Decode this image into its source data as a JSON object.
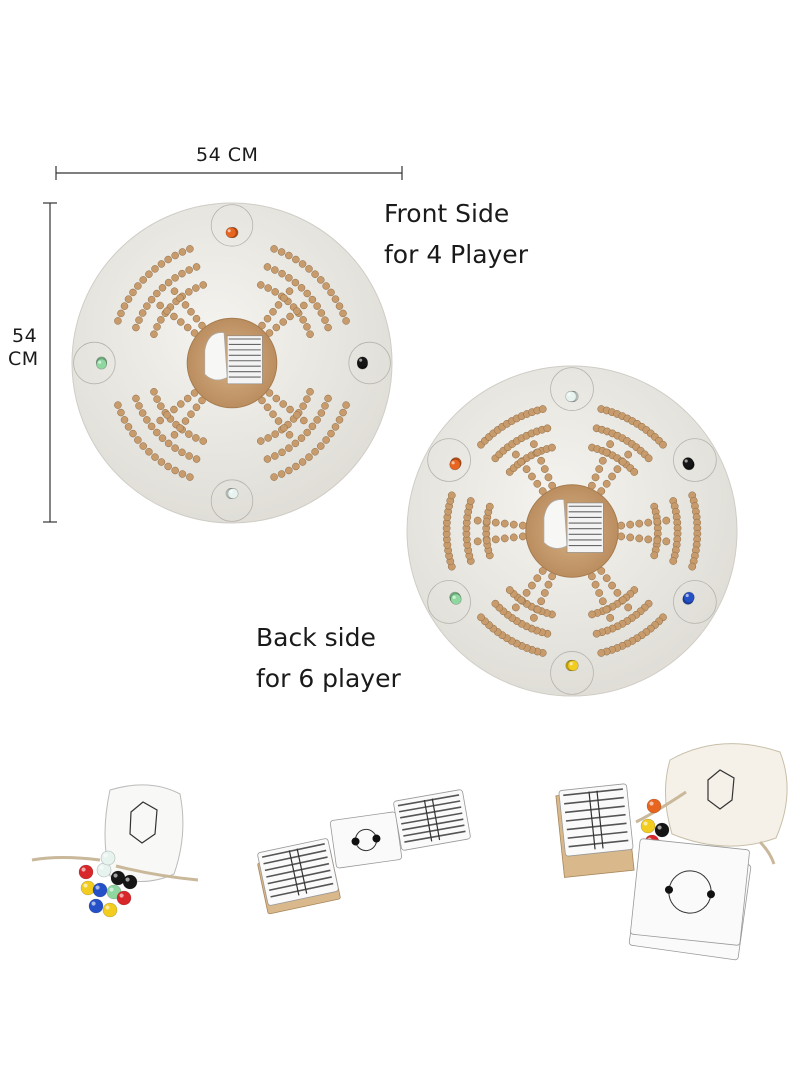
{
  "dimensions": {
    "width_label": "54 CM",
    "height_label_line1": "54",
    "height_label_line2": "CM"
  },
  "captions": {
    "front_line1": "Front Side",
    "front_line2": "for 4 Player",
    "back_line1": "Back side",
    "back_line2": "for 6 player"
  },
  "marble_colors": {
    "orange": "#e8651f",
    "green": "#8ed8a0",
    "black": "#151515",
    "white": "#e7f3ef",
    "yellow": "#f2cc1e",
    "blue": "#2450c8",
    "red": "#d8262a"
  },
  "board_color": "#ecebe6",
  "cork_color": "#c9a072"
}
